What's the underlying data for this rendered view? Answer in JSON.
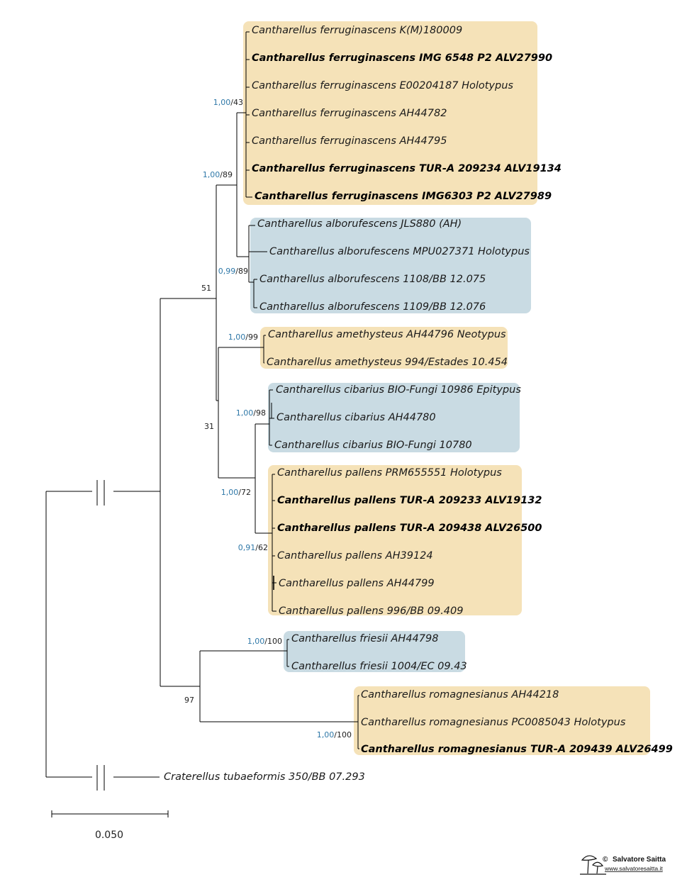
{
  "colors": {
    "box_orange": "#f5e2b8",
    "box_blue": "#c9dbe3",
    "line": "#000000",
    "posterior": "#2f78a8",
    "bootstrap": "#222222"
  },
  "taxa": [
    {
      "label": "Cantharellus ferruginascens K(M)180009",
      "bold": false
    },
    {
      "label": "Cantharellus ferruginascens IMG 6548 P2 ALV27990",
      "bold": true
    },
    {
      "label": "Cantharellus ferruginascens E00204187 Holotypus",
      "bold": false
    },
    {
      "label": "Cantharellus ferruginascens AH44782",
      "bold": false
    },
    {
      "label": "Cantharellus ferruginascens AH44795",
      "bold": false
    },
    {
      "label": "Cantharellus ferruginascens TUR-A 209234 ALV19134",
      "bold": true
    },
    {
      "label": "Cantharellus ferruginascens IMG6303 P2 ALV27989",
      "bold": true
    },
    {
      "label": "Cantharellus alborufescens JLS880 (AH)",
      "bold": false
    },
    {
      "label": "Cantharellus alborufescens MPU027371 Holotypus",
      "bold": false
    },
    {
      "label": "Cantharellus alborufescens 1108/BB 12.075",
      "bold": false
    },
    {
      "label": "Cantharellus alborufescens 1109/BB 12.076",
      "bold": false
    },
    {
      "label": "Cantharellus amethysteus AH44796 Neotypus",
      "bold": false
    },
    {
      "label": "Cantharellus amethysteus 994/Estades 10.454",
      "bold": false
    },
    {
      "label": "Cantharellus cibarius BIO-Fungi 10986 Epitypus",
      "bold": false
    },
    {
      "label": "Cantharellus cibarius AH44780",
      "bold": false
    },
    {
      "label": "Cantharellus cibarius BIO-Fungi 10780",
      "bold": false
    },
    {
      "label": "Cantharellus pallens PRM655551 Holotypus",
      "bold": false
    },
    {
      "label": "Cantharellus pallens TUR-A 209233 ALV19132",
      "bold": true
    },
    {
      "label": "Cantharellus pallens TUR-A 209438 ALV26500",
      "bold": true
    },
    {
      "label": "Cantharellus pallens AH39124",
      "bold": false
    },
    {
      "label": "Cantharellus pallens AH44799",
      "bold": false
    },
    {
      "label": "Cantharellus pallens 996/BB 09.409",
      "bold": false
    },
    {
      "label": "Cantharellus friesii AH44798",
      "bold": false
    },
    {
      "label": "Cantharellus friesii 1004/EC 09.43",
      "bold": false
    },
    {
      "label": "Cantharellus romagnesianus AH44218",
      "bold": false
    },
    {
      "label": "Cantharellus romagnesianus PC0085043 Holotypus",
      "bold": false
    },
    {
      "label": "Cantharellus romagnesianus TUR-A 209439 ALV26499",
      "bold": true
    },
    {
      "label": "Craterellus tubaeformis 350/BB 07.293",
      "bold": false
    }
  ],
  "clade_boxes": [
    {
      "clade": "ferruginascens",
      "color": "orange"
    },
    {
      "clade": "alborufescens",
      "color": "blue"
    },
    {
      "clade": "amethysteus",
      "color": "orange"
    },
    {
      "clade": "cibarius",
      "color": "blue"
    },
    {
      "clade": "pallens",
      "color": "orange"
    },
    {
      "clade": "friesii",
      "color": "blue"
    },
    {
      "clade": "romagnesianus",
      "color": "orange"
    }
  ],
  "support_values": [
    {
      "node": "ferruginascens",
      "posterior": "1,00",
      "bootstrap": "/43"
    },
    {
      "node": "ferruginascens-alborufescens",
      "posterior": "1,00",
      "bootstrap": "/89"
    },
    {
      "node": "alborufescens",
      "posterior": "0,99",
      "bootstrap": "/89"
    },
    {
      "node": "amethysteus",
      "posterior": "1,00",
      "bootstrap": "/99"
    },
    {
      "node": "cibarius",
      "posterior": "1,00",
      "bootstrap": "/98"
    },
    {
      "node": "cibarius-pallens",
      "posterior": "1,00",
      "bootstrap": "/72"
    },
    {
      "node": "pallens",
      "posterior": "0,91",
      "bootstrap": "/62"
    },
    {
      "node": "friesii",
      "posterior": "1,00",
      "bootstrap": "/100"
    },
    {
      "node": "romagnesianus",
      "posterior": "1,00",
      "bootstrap": "/100"
    },
    {
      "node": "group-a",
      "posterior": "",
      "bootstrap": "51"
    },
    {
      "node": "group-b",
      "posterior": "",
      "bootstrap": "31"
    },
    {
      "node": "friesii-romagnesianus",
      "posterior": "",
      "bootstrap": "97"
    }
  ],
  "scale_bar": {
    "label": "0.050"
  },
  "credit": {
    "name": "Salvatore Saitta",
    "site": "www.salvatoresaitta.it",
    "symbol": "©"
  }
}
